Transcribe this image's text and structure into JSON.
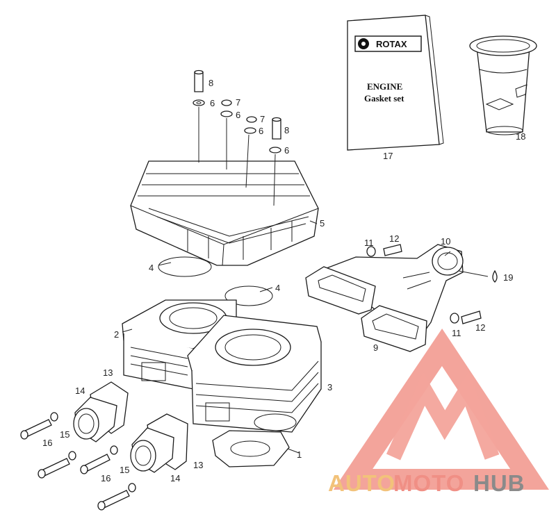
{
  "booklet": {
    "brand": "ROTAX",
    "title_line1": "ENGINE",
    "title_line2": "Gasket set"
  },
  "callouts": {
    "c1": "1",
    "c2": "2",
    "c3": "3",
    "c4a": "4",
    "c4b": "4",
    "c5": "5",
    "c6a": "6",
    "c6b": "6",
    "c6c": "6",
    "c6d": "6",
    "c7a": "7",
    "c7b": "7",
    "c8a": "8",
    "c8b": "8",
    "c9": "9",
    "c10": "10",
    "c11a": "11",
    "c11b": "11",
    "c12a": "12",
    "c12b": "12",
    "c13a": "13",
    "c13b": "13",
    "c14a": "14",
    "c14b": "14",
    "c15a": "15",
    "c15b": "15",
    "c16a": "16",
    "c16b": "16",
    "c17": "17",
    "c18": "18",
    "c19": "19"
  },
  "watermark": {
    "auto": "AUTO",
    "moto": "MOTO",
    "hub": "HUB",
    "colors": {
      "triangle": "#f08f85",
      "auto": "#f2c27a",
      "moto": "#f08f85",
      "hub": "#8a8a8a"
    }
  }
}
